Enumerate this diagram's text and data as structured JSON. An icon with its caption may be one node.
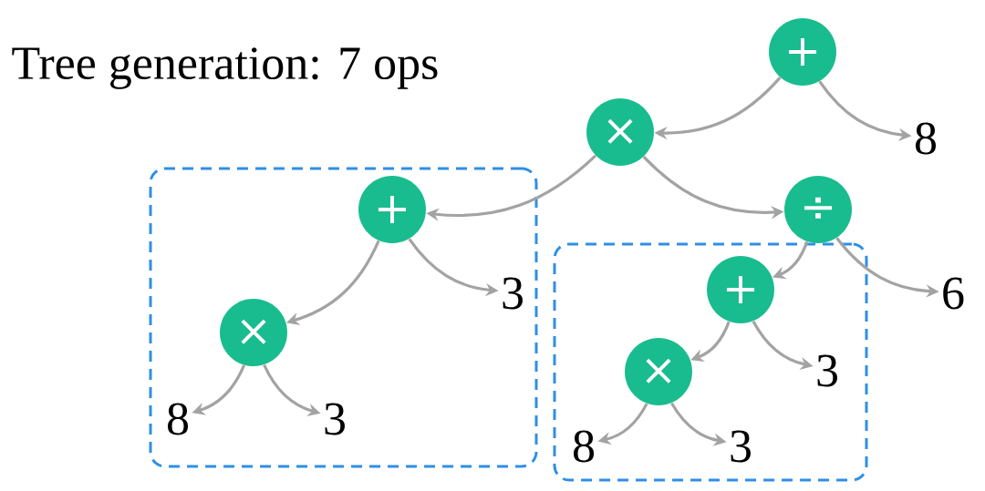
{
  "diagram": {
    "title": "Tree generation: 7 ops",
    "nodes": [
      {
        "text": [
          "+"
        ]
      },
      {
        "text": [
          "×"
        ]
      },
      {
        "text": [
          "8"
        ]
      },
      {
        "text": [],
        "shape": "box"
      },
      {
        "text": [
          "+"
        ],
        "in": 3
      },
      {
        "text": [
          "÷"
        ]
      },
      {
        "text": [
          "3"
        ],
        "in": 3
      },
      {
        "text": [
          "6"
        ]
      },
      {
        "text": [],
        "shape": "box"
      },
      {
        "text": [
          "+"
        ],
        "in": 8
      },
      {
        "text": [
          "×"
        ],
        "in": 3
      },
      {
        "text": [
          "3"
        ],
        "in": 8
      },
      {
        "text": [
          "×"
        ],
        "in": 8
      },
      {
        "text": [
          "8"
        ],
        "in": 3
      },
      {
        "text": [
          "3"
        ],
        "in": 3
      },
      {
        "text": [
          "8"
        ],
        "in": 8
      },
      {
        "text": [
          "3"
        ],
        "in": 8
      }
    ],
    "edges": [
      {
        "from": 0,
        "to": 1,
        "arrow": "to"
      },
      {
        "from": 0,
        "to": 2,
        "arrow": "to"
      },
      {
        "from": 1,
        "to": 4,
        "arrow": "to"
      },
      {
        "from": 1,
        "to": 5,
        "arrow": "to"
      },
      {
        "from": 4,
        "to": 10,
        "arrow": "to"
      },
      {
        "from": 4,
        "to": 6,
        "arrow": "to"
      },
      {
        "from": 10,
        "to": 13,
        "arrow": "to"
      },
      {
        "from": 10,
        "to": 14,
        "arrow": "to"
      },
      {
        "from": 5,
        "to": 9,
        "arrow": "to"
      },
      {
        "from": 5,
        "to": 7,
        "arrow": "to"
      },
      {
        "from": 9,
        "to": 12,
        "arrow": "to"
      },
      {
        "from": 9,
        "to": 11,
        "arrow": "to"
      },
      {
        "from": 12,
        "to": 15,
        "arrow": "to"
      },
      {
        "from": 12,
        "to": 16,
        "arrow": "to"
      }
    ]
  }
}
